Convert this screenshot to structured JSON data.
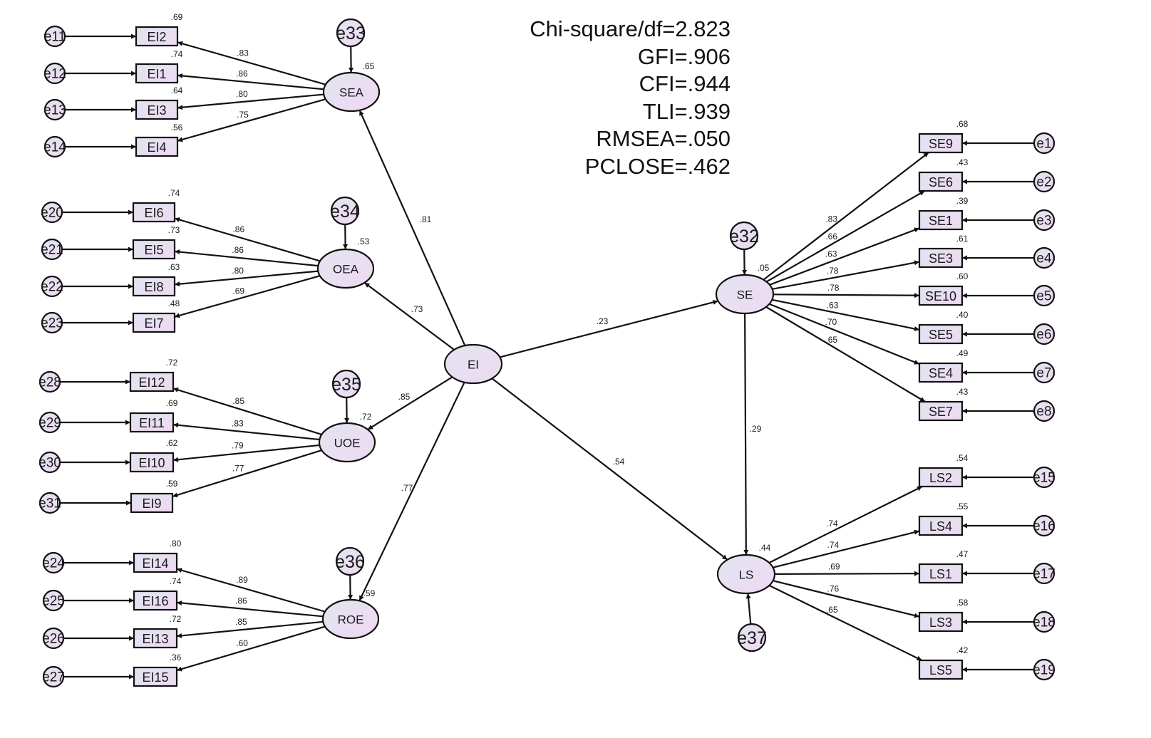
{
  "title": "Structural equation model: EI → SE → LS",
  "colors": {
    "node_fill_start": "#e2e4f0",
    "node_fill_end": "#efd9f3",
    "stroke": "#111111",
    "background": "#ffffff"
  },
  "fit_indices": [
    {
      "label": "Chi-square/df=2.823"
    },
    {
      "label": "GFI=.906"
    },
    {
      "label": "CFI=.944"
    },
    {
      "label": "TLI=.939"
    },
    {
      "label": "RMSEA=.050"
    },
    {
      "label": "PCLOSE=.462"
    }
  ],
  "latent_factors": [
    {
      "id": "EI",
      "label": "EI",
      "r2": null,
      "disturbance": null
    },
    {
      "id": "SEA",
      "label": "SEA",
      "r2": ".65",
      "disturbance": "e33",
      "path_from_EI": ".81"
    },
    {
      "id": "OEA",
      "label": "OEA",
      "r2": ".53",
      "disturbance": "e34",
      "path_from_EI": ".73"
    },
    {
      "id": "UOE",
      "label": "UOE",
      "r2": ".72",
      "disturbance": "e35",
      "path_from_EI": ".85"
    },
    {
      "id": "ROE",
      "label": "ROE",
      "r2": ".59",
      "disturbance": "e36",
      "path_from_EI": ".77"
    },
    {
      "id": "SE",
      "label": "SE",
      "r2": ".05",
      "disturbance": "e32"
    },
    {
      "id": "LS",
      "label": "LS",
      "r2": ".44",
      "disturbance": "e37"
    }
  ],
  "structural_paths": [
    {
      "from": "EI",
      "to": "SE",
      "coef": ".23"
    },
    {
      "from": "EI",
      "to": "LS",
      "coef": ".54"
    },
    {
      "from": "SE",
      "to": "LS",
      "coef": ".29"
    }
  ],
  "indicators": {
    "SEA": [
      {
        "label": "EI2",
        "loading": ".83",
        "r2": ".69",
        "error": "e11"
      },
      {
        "label": "EI1",
        "loading": ".86",
        "r2": ".74",
        "error": "e12"
      },
      {
        "label": "EI3",
        "loading": ".80",
        "r2": ".64",
        "error": "e13"
      },
      {
        "label": "EI4",
        "loading": ".75",
        "r2": ".56",
        "error": "e14"
      }
    ],
    "OEA": [
      {
        "label": "EI6",
        "loading": ".86",
        "r2": ".74",
        "error": "e20"
      },
      {
        "label": "EI5",
        "loading": ".86",
        "r2": ".73",
        "error": "e21"
      },
      {
        "label": "EI8",
        "loading": ".80",
        "r2": ".63",
        "error": "e22"
      },
      {
        "label": "EI7",
        "loading": ".69",
        "r2": ".48",
        "error": "e23"
      }
    ],
    "UOE": [
      {
        "label": "EI12",
        "loading": ".85",
        "r2": ".72",
        "error": "e28"
      },
      {
        "label": "EI11",
        "loading": ".83",
        "r2": ".69",
        "error": "e29"
      },
      {
        "label": "EI10",
        "loading": ".79",
        "r2": ".62",
        "error": "e30"
      },
      {
        "label": "EI9",
        "loading": ".77",
        "r2": ".59",
        "error": "e31"
      }
    ],
    "ROE": [
      {
        "label": "EI14",
        "loading": ".89",
        "r2": ".80",
        "error": "e24"
      },
      {
        "label": "EI16",
        "loading": ".86",
        "r2": ".74",
        "error": "e25"
      },
      {
        "label": "EI13",
        "loading": ".85",
        "r2": ".72",
        "error": "e26"
      },
      {
        "label": "EI15",
        "loading": ".60",
        "r2": ".36",
        "error": "e27"
      }
    ],
    "SE": [
      {
        "label": "SE9",
        "loading": ".83",
        "r2": ".68",
        "error": "e1"
      },
      {
        "label": "SE6",
        "loading": ".66",
        "r2": ".43",
        "error": "e2"
      },
      {
        "label": "SE1",
        "loading": ".63",
        "r2": ".39",
        "error": "e3"
      },
      {
        "label": "SE3",
        "loading": ".78",
        "r2": ".61",
        "error": "e4"
      },
      {
        "label": "SE10",
        "loading": ".78",
        "r2": ".60",
        "error": "e5"
      },
      {
        "label": "SE5",
        "loading": ".63",
        "r2": ".40",
        "error": "e6"
      },
      {
        "label": "SE4",
        "loading": ".70",
        "r2": ".49",
        "error": "e7"
      },
      {
        "label": "SE7",
        "loading": ".65",
        "r2": ".43",
        "error": "e8"
      }
    ],
    "LS": [
      {
        "label": "LS2",
        "loading": ".74",
        "r2": ".54",
        "error": "e15"
      },
      {
        "label": "LS4",
        "loading": ".74",
        "r2": ".55",
        "error": "e16"
      },
      {
        "label": "LS1",
        "loading": ".69",
        "r2": ".47",
        "error": "e17"
      },
      {
        "label": "LS3",
        "loading": ".76",
        "r2": ".58",
        "error": "e18"
      },
      {
        "label": "LS5",
        "loading": ".65",
        "r2": ".42",
        "error": "e19"
      }
    ]
  }
}
